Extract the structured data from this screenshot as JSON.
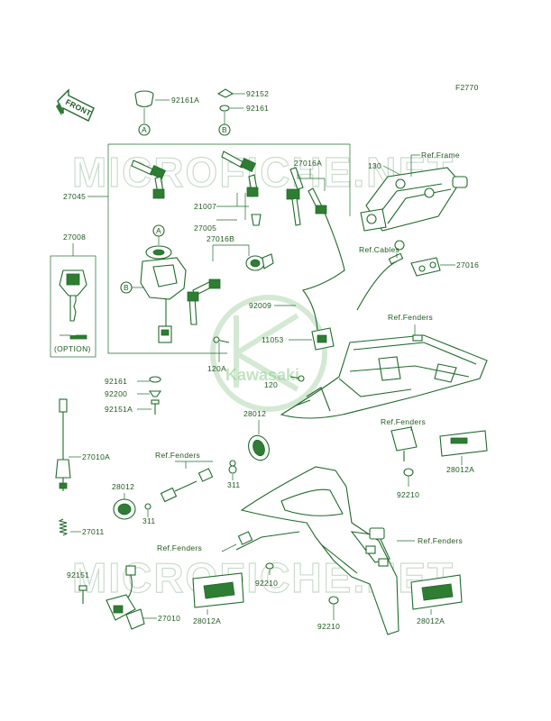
{
  "figure_code": "F2770",
  "front_label": "FRONT",
  "option_label": "(OPTION)",
  "watermark": {
    "site": "MICROFICHE.NET",
    "brand": "Kawasaki"
  },
  "callouts": {
    "a": "A",
    "b": "B"
  },
  "parts": {
    "p92161A": "92161A",
    "p92152": "92152",
    "p92161_top": "92161",
    "p27016A": "27016A",
    "p27045": "27045",
    "p21007": "21007",
    "p27005": "27005",
    "p27016B": "27016B",
    "p27008": "27008",
    "p130": "130",
    "p27016": "27016",
    "p92009": "92009",
    "p11053": "11053",
    "p120A": "120A",
    "p120": "120",
    "p92161_mid": "92161",
    "p92200": "92200",
    "p92151A": "92151A",
    "p28012_top": "28012",
    "p27010A": "27010A",
    "p28012_left": "28012",
    "p311_a": "311",
    "p311_b": "311",
    "p27011": "27011",
    "p92151": "92151",
    "p27010": "27010",
    "p28012A_bl": "28012A",
    "p92210_a": "92210",
    "p92210_b": "92210",
    "p92210_c": "92210",
    "p28012A_r": "28012A",
    "p28012A_br": "28012A"
  },
  "refs": {
    "frame": "Ref.Frame",
    "cables": "Ref.Cables",
    "fenders_1": "Ref.Fenders",
    "fenders_2": "Ref.Fenders",
    "fenders_3": "Ref.Fenders",
    "fenders_4": "Ref.Fenders",
    "fenders_5": "Ref.Fenders"
  }
}
